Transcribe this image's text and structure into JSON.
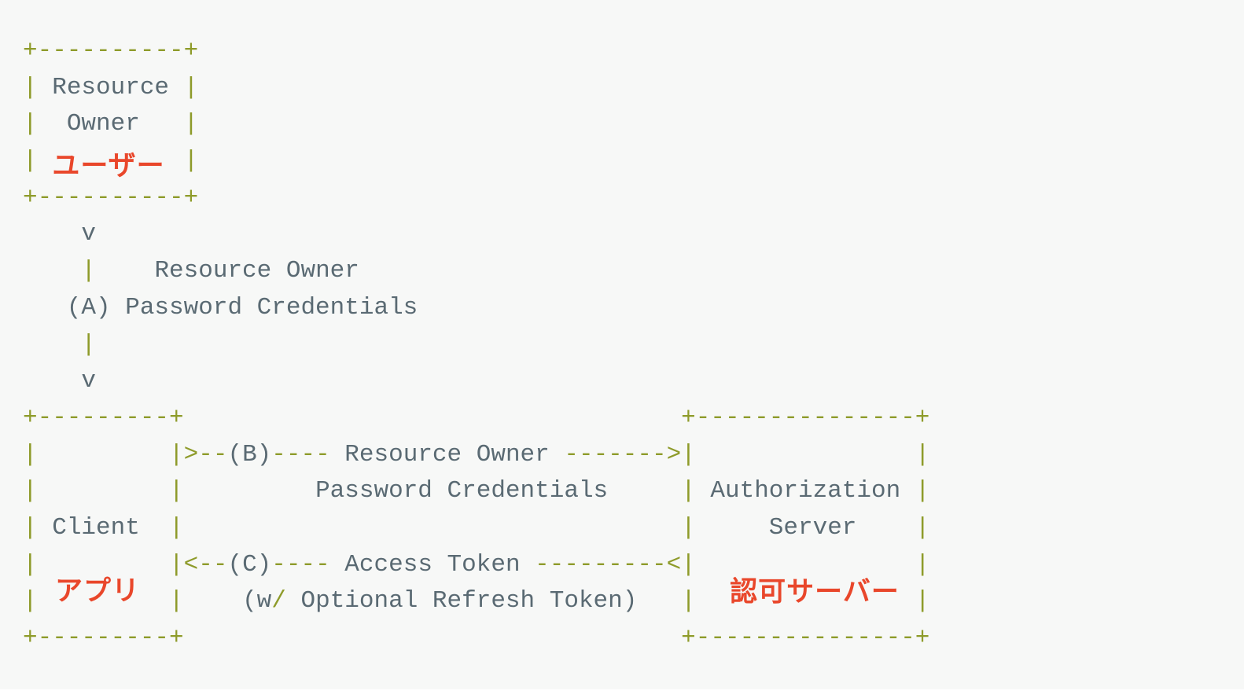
{
  "palette": {
    "border": "#8e9b2a",
    "text": "#5a6a73",
    "accent": "#e9472b",
    "block_bg": "#f7f8f7",
    "page_bg": "#ffffff"
  },
  "diagram": {
    "title_semantic": "OAuth 2.0 Resource Owner Password Credentials Flow",
    "labels": {
      "user": "ユーザー",
      "client": "アプリ",
      "auth_server": "認可サーバー"
    },
    "lines": [
      [
        {
          "c": "border",
          "t": "+----------+"
        }
      ],
      [
        {
          "c": "border",
          "t": "|"
        },
        {
          "c": "text",
          "t": " Resource "
        },
        {
          "c": "border",
          "t": "|"
        }
      ],
      [
        {
          "c": "border",
          "t": "|"
        },
        {
          "c": "text",
          "t": "  Owner   "
        },
        {
          "c": "border",
          "t": "|"
        }
      ],
      [
        {
          "c": "border",
          "t": "|"
        },
        {
          "c": "text",
          "t": "          "
        },
        {
          "c": "border",
          "t": "|"
        }
      ],
      [
        {
          "c": "border",
          "t": "+----------+"
        }
      ],
      [
        {
          "c": "text",
          "t": "    v"
        }
      ],
      [
        {
          "c": "text",
          "t": "    "
        },
        {
          "c": "border",
          "t": "|"
        },
        {
          "c": "text",
          "t": "    Resource Owner"
        }
      ],
      [
        {
          "c": "text",
          "t": "   (A) Password Credentials"
        }
      ],
      [
        {
          "c": "text",
          "t": "    "
        },
        {
          "c": "border",
          "t": "|"
        }
      ],
      [
        {
          "c": "text",
          "t": "    v"
        }
      ],
      [
        {
          "c": "border",
          "t": "+---------+"
        },
        {
          "c": "text",
          "t": "                                  "
        },
        {
          "c": "border",
          "t": "+---------------+"
        }
      ],
      [
        {
          "c": "border",
          "t": "|"
        },
        {
          "c": "text",
          "t": "         "
        },
        {
          "c": "border",
          "t": "|>--"
        },
        {
          "c": "text",
          "t": "(B)"
        },
        {
          "c": "border",
          "t": "----"
        },
        {
          "c": "text",
          "t": " Resource Owner "
        },
        {
          "c": "border",
          "t": "------->|"
        },
        {
          "c": "text",
          "t": "               "
        },
        {
          "c": "border",
          "t": "|"
        }
      ],
      [
        {
          "c": "border",
          "t": "|"
        },
        {
          "c": "text",
          "t": "         "
        },
        {
          "c": "border",
          "t": "|"
        },
        {
          "c": "text",
          "t": "         Password Credentials     "
        },
        {
          "c": "border",
          "t": "|"
        },
        {
          "c": "text",
          "t": " Authorization "
        },
        {
          "c": "border",
          "t": "|"
        }
      ],
      [
        {
          "c": "border",
          "t": "|"
        },
        {
          "c": "text",
          "t": " Client  "
        },
        {
          "c": "border",
          "t": "|"
        },
        {
          "c": "text",
          "t": "                                  "
        },
        {
          "c": "border",
          "t": "|"
        },
        {
          "c": "text",
          "t": "     Server    "
        },
        {
          "c": "border",
          "t": "|"
        }
      ],
      [
        {
          "c": "border",
          "t": "|"
        },
        {
          "c": "text",
          "t": "         "
        },
        {
          "c": "border",
          "t": "|<--"
        },
        {
          "c": "text",
          "t": "(C)"
        },
        {
          "c": "border",
          "t": "----"
        },
        {
          "c": "text",
          "t": " Access Token "
        },
        {
          "c": "border",
          "t": "---------<|"
        },
        {
          "c": "text",
          "t": "               "
        },
        {
          "c": "border",
          "t": "|"
        }
      ],
      [
        {
          "c": "border",
          "t": "|"
        },
        {
          "c": "text",
          "t": "         "
        },
        {
          "c": "border",
          "t": "|"
        },
        {
          "c": "text",
          "t": "    (w"
        },
        {
          "c": "border",
          "t": "/"
        },
        {
          "c": "text",
          "t": " Optional Refresh Token)   "
        },
        {
          "c": "border",
          "t": "|"
        },
        {
          "c": "text",
          "t": "               "
        },
        {
          "c": "border",
          "t": "|"
        }
      ],
      [
        {
          "c": "border",
          "t": "+---------+"
        },
        {
          "c": "text",
          "t": "                                  "
        },
        {
          "c": "border",
          "t": "+---------------+"
        }
      ]
    ]
  }
}
